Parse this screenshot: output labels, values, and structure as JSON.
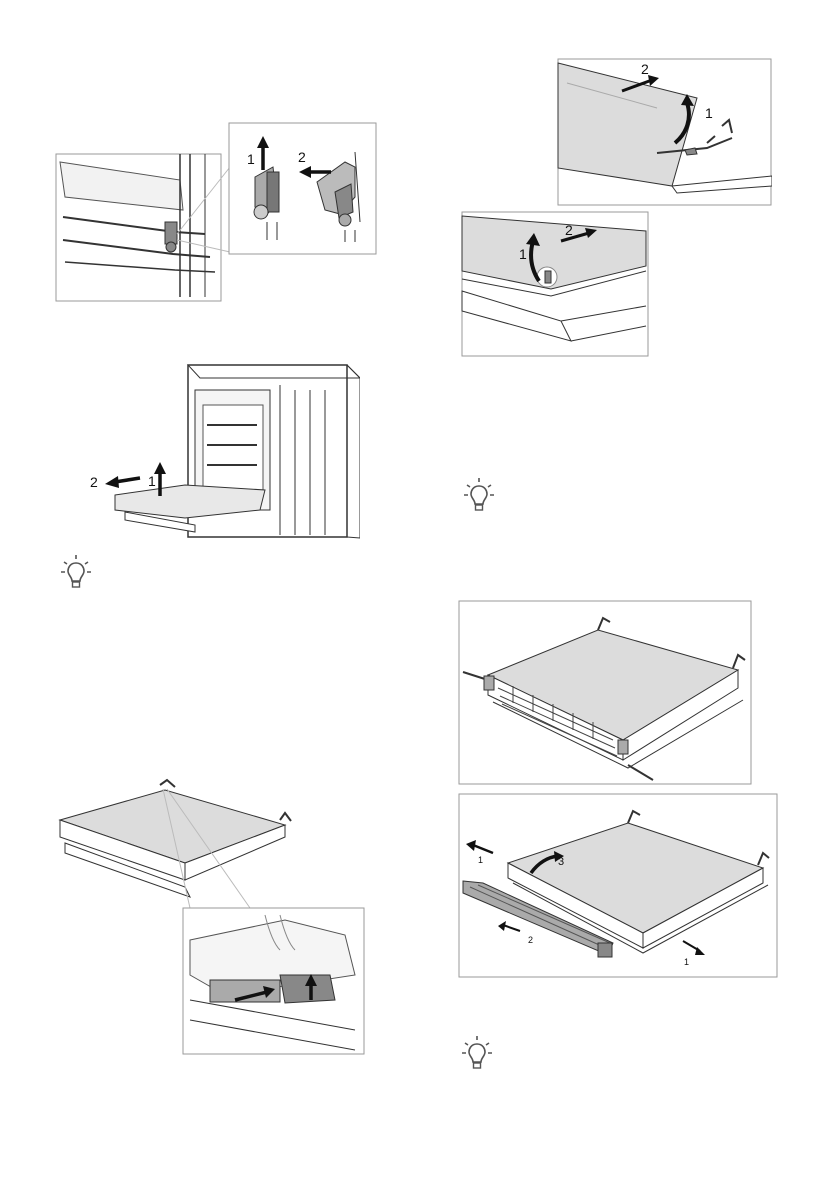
{
  "page": {
    "background": "#ffffff",
    "line_color": "#333333",
    "panel_fill": "#dcdcdc",
    "dark_fill": "#888888"
  },
  "figures": {
    "hinge": {
      "labels": [
        "1",
        "2"
      ]
    },
    "door_removal": {
      "labels": [
        "2",
        "1"
      ]
    },
    "panel_slide_top": {
      "labels": [
        "2",
        "1"
      ]
    },
    "panel_slide_bottom": {
      "labels": [
        "2",
        "1"
      ]
    },
    "clip_release": {
      "labels": []
    },
    "door_frame": {
      "labels": []
    },
    "strip_removal": {
      "labels": [
        "1",
        "3",
        "2",
        "1"
      ]
    }
  },
  "icons": [
    "lightbulb-tip-icon",
    "lightbulb-tip-icon",
    "lightbulb-tip-icon"
  ]
}
